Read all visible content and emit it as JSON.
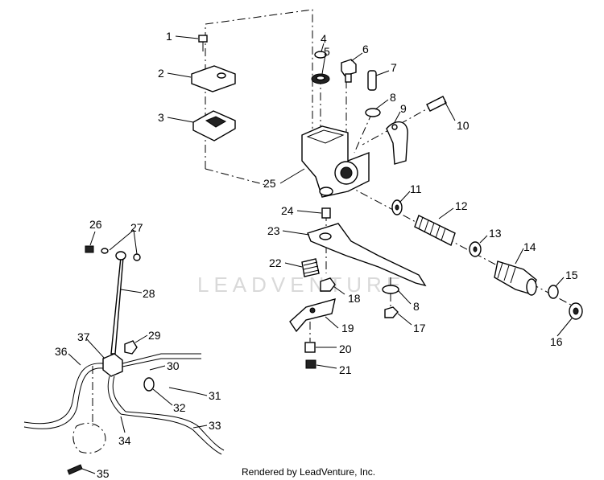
{
  "callouts": [
    "1",
    "2",
    "3",
    "4",
    "5",
    "6",
    "7",
    "8",
    "9",
    "10",
    "11",
    "12",
    "13",
    "14",
    "15",
    "16",
    "17",
    "8",
    "19",
    "20",
    "21",
    "22",
    "23",
    "24",
    "25",
    "26",
    "27",
    "28",
    "29",
    "30",
    "31",
    "32",
    "33",
    "34",
    "35",
    "36",
    "37",
    "18"
  ],
  "watermark": "LEADVENTURE",
  "footer": "Rendered by LeadVenture, Inc."
}
